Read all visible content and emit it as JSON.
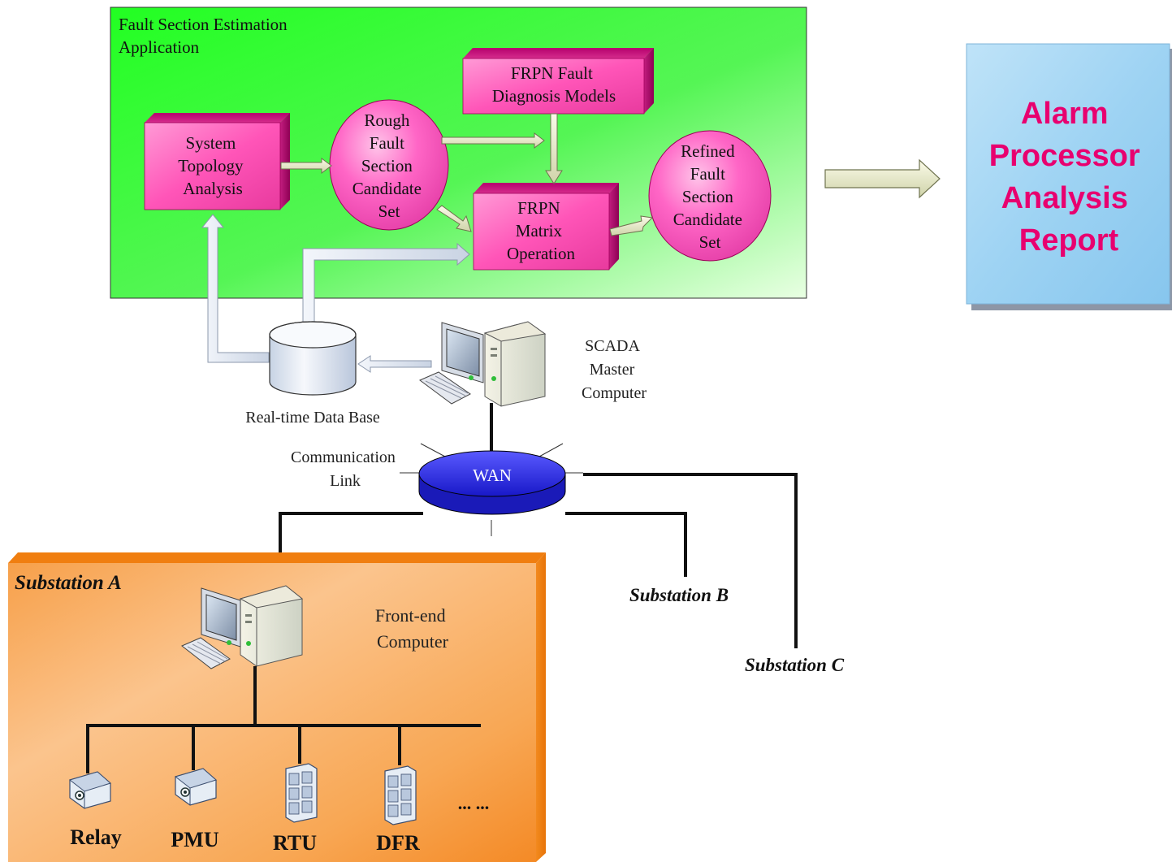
{
  "fse_app": {
    "title_line1": "Fault Section Estimation",
    "title_line2": "Application",
    "system_topology": [
      "System",
      "Topology",
      "Analysis"
    ],
    "rough_candidate": [
      "Rough",
      "Fault",
      "Section",
      "Candidate",
      "Set"
    ],
    "frpn_models": [
      "FRPN Fault",
      "Diagnosis Models"
    ],
    "frpn_matrix": [
      "FRPN",
      "Matrix",
      "Operation"
    ],
    "refined_candidate": [
      "Refined",
      "Fault",
      "Section",
      "Candidate",
      "Set"
    ]
  },
  "report": {
    "lines": [
      "Alarm",
      "Processor",
      "Analysis",
      "Report"
    ]
  },
  "network": {
    "database_label": "Real-time Data Base",
    "scada_label": [
      "SCADA",
      "Master",
      "Computer"
    ],
    "comm_label": [
      "Communication",
      "Link"
    ],
    "wan_label": "WAN",
    "substation_b": "Substation B",
    "substation_c": "Substation C"
  },
  "substation_a": {
    "title": "Substation A",
    "frontend_label": [
      "Front-end",
      "Computer"
    ],
    "devices": [
      "Relay",
      "PMU",
      "RTU",
      "DFR"
    ],
    "more": "... ..."
  },
  "colors": {
    "app_bg": "#2cff2c",
    "module_fill": "#ff4fb5",
    "report_text": "#e8006f",
    "report_bg": "#9fd4f2",
    "substation_bg": "#f9a34a",
    "wan_fill": "#2e2ee6"
  }
}
